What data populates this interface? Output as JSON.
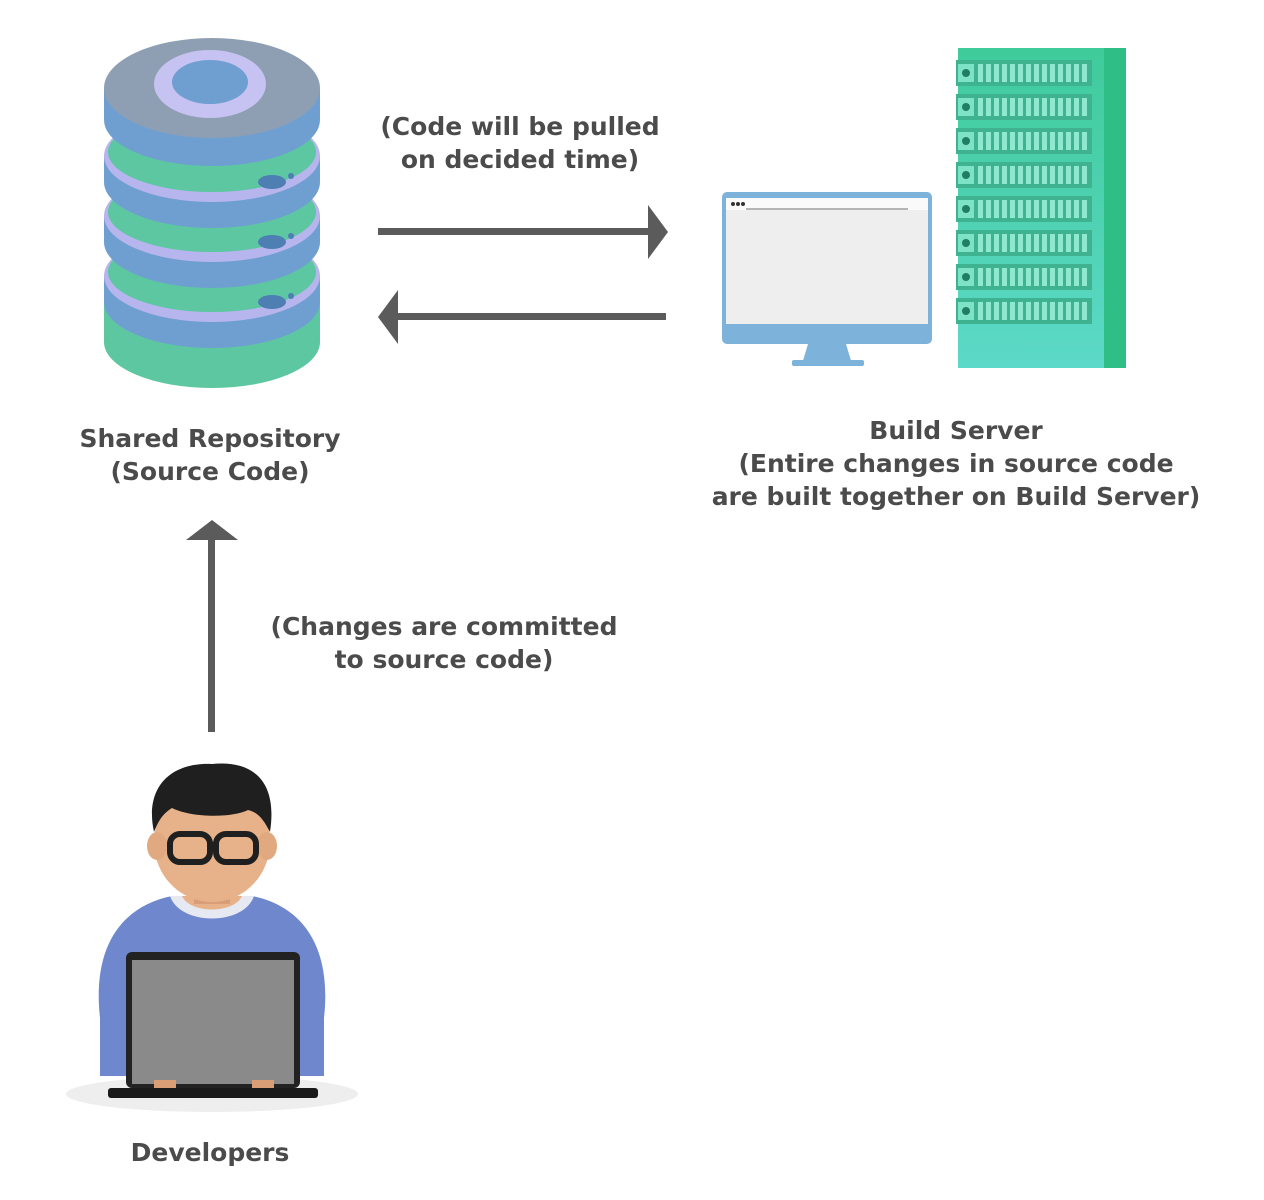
{
  "nodes": {
    "repository": {
      "label_lines": [
        "Shared Repository",
        "(Source Code)"
      ]
    },
    "build_server": {
      "label_lines": [
        "Build Server",
        "(Entire changes in source code",
        "are built together on Build Server)"
      ]
    },
    "developers": {
      "label_lines": [
        "Developers"
      ]
    }
  },
  "edges": {
    "pull": {
      "label_lines": [
        "(Code will be pulled",
        "on decided time)"
      ]
    },
    "commit": {
      "label_lines": [
        "(Changes are committed",
        "to source code)"
      ]
    }
  },
  "colors": {
    "arrow": "#5b5b5b",
    "disk_blue": "#6f9fd0",
    "disk_green": "#5cc7a0",
    "disk_lilac": "#b7b5ee",
    "server_green": "#4fd3b6",
    "monitor_blue": "#7db3da",
    "shirt": "#6f87cc",
    "laptop": "#8a8a8a"
  }
}
